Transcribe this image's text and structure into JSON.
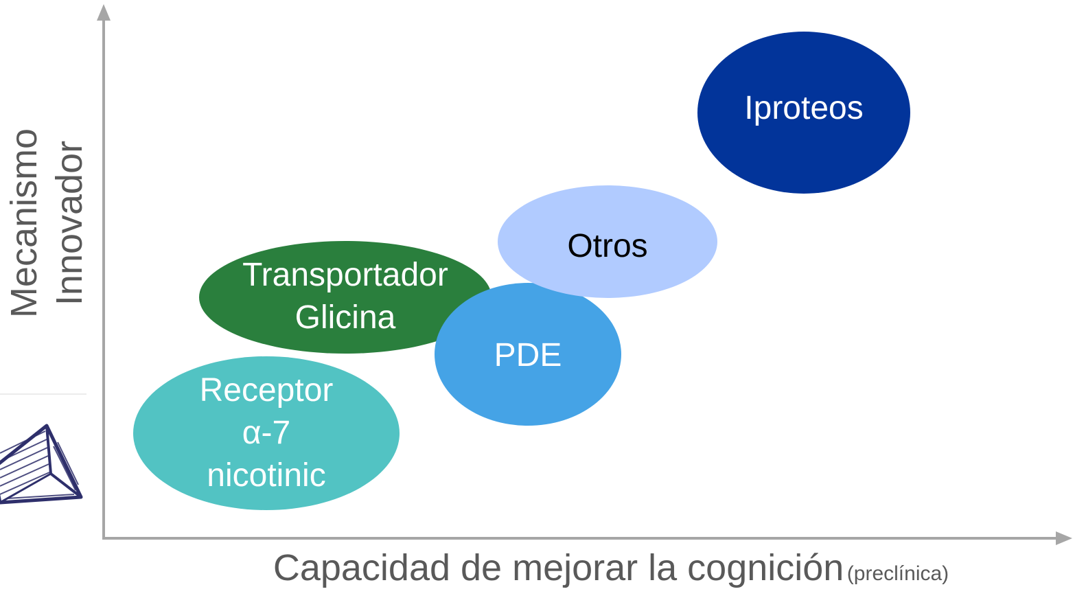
{
  "axes": {
    "x_label": "Capacidad de mejorar la cognición",
    "x_label_suffix": "(preclínica)",
    "y_label_line1": "Mecanismo",
    "y_label_line2": "Innovador"
  },
  "bubbles": [
    {
      "id": "receptor",
      "lines": [
        "Receptor",
        "α-7",
        "nicotinic"
      ],
      "fill": "#52c3c3",
      "text_color": "#ffffff"
    },
    {
      "id": "transportador",
      "lines": [
        "Transportador",
        "Glicina"
      ],
      "fill": "#2a7f3d",
      "text_color": "#ffffff"
    },
    {
      "id": "pde",
      "lines": [
        "PDE"
      ],
      "fill": "#45a3e6",
      "text_color": "#ffffff"
    },
    {
      "id": "otros",
      "lines": [
        "Otros"
      ],
      "fill": "#b1cbff",
      "text_color": "#000000"
    },
    {
      "id": "iproteos",
      "lines": [
        "Iproteos"
      ],
      "fill": "#02349a",
      "text_color": "#ffffff"
    }
  ],
  "colors": {
    "axis": "#a6a6a6",
    "label": "#595959",
    "logo": "#2e2f6b"
  },
  "icons": {
    "logo": "pyramid-logo-icon"
  }
}
